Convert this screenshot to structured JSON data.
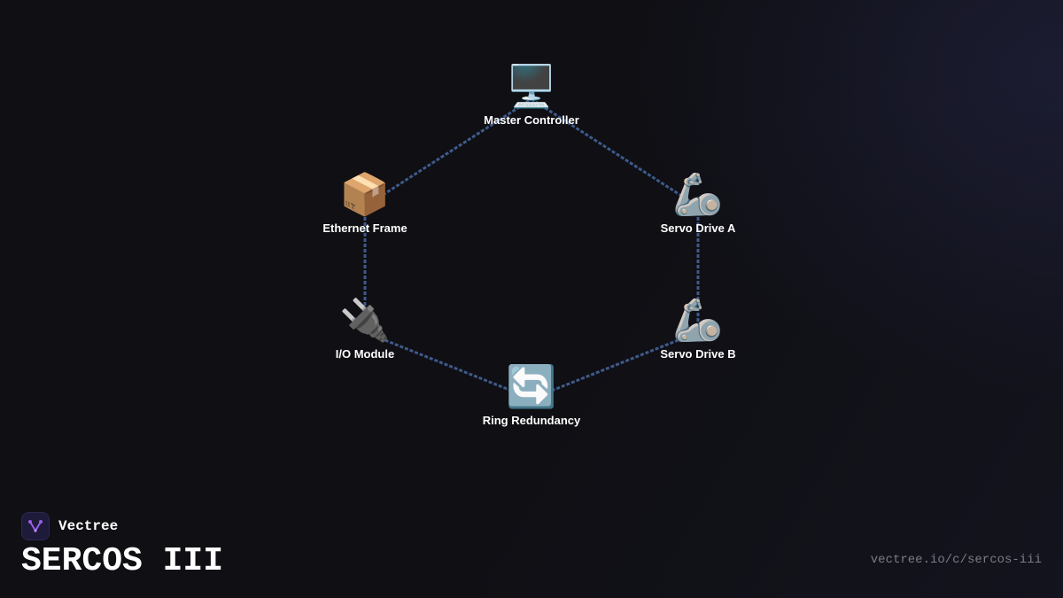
{
  "brand": {
    "name": "Vectree",
    "accent_color": "#9b5de5"
  },
  "title": "SERCOS III",
  "url": "vectree.io/c/sercos-iii",
  "diagram": {
    "edge_color": "#3e5a8a",
    "nodes": [
      {
        "id": "master",
        "label": "Master Controller",
        "icon": "desktop-computer-icon",
        "glyph": "🖥️"
      },
      {
        "id": "servo-a",
        "label": "Servo Drive A",
        "icon": "mechanical-arm-icon",
        "glyph": "🦾"
      },
      {
        "id": "servo-b",
        "label": "Servo Drive B",
        "icon": "mechanical-arm-icon",
        "glyph": "🦾"
      },
      {
        "id": "ring",
        "label": "Ring Redundancy",
        "icon": "counterclockwise-arrows-icon",
        "glyph": "🔄"
      },
      {
        "id": "io",
        "label": "I/O Module",
        "icon": "electric-plug-icon",
        "glyph": "🔌"
      },
      {
        "id": "frame",
        "label": "Ethernet Frame",
        "icon": "package-icon",
        "glyph": "📦"
      }
    ],
    "edges": [
      [
        "master",
        "servo-a"
      ],
      [
        "servo-a",
        "servo-b"
      ],
      [
        "servo-b",
        "ring"
      ],
      [
        "ring",
        "io"
      ],
      [
        "io",
        "frame"
      ],
      [
        "frame",
        "master"
      ]
    ]
  }
}
